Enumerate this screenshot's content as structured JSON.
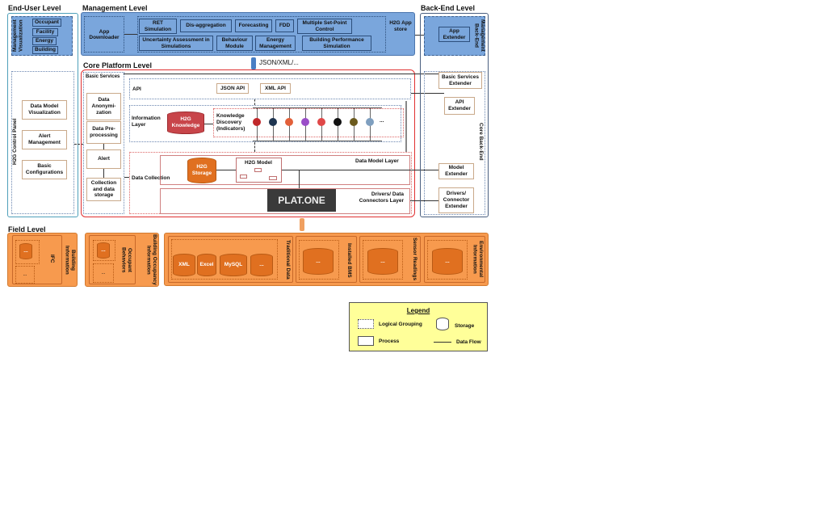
{
  "end_user": {
    "title": "End-User Level",
    "mgmt_vis": "Management Visualization",
    "vis_items": [
      "Occupant",
      "Facility",
      "Energy",
      "Building"
    ],
    "control_panel": "H2G Control Panel",
    "panel_items": [
      "Data Model Visualization",
      "Alert Management",
      "Basic Configurations"
    ]
  },
  "management": {
    "title": "Management Level",
    "downloader": "App Downloader",
    "apps_row1": [
      "RET Simulation",
      "Dis-aggregation",
      "Forecasting",
      "FDD",
      "Multiple Set-Point Control"
    ],
    "apps_row2": [
      "Uncertainty Assessment in Simulations",
      "Behaviour Module",
      "Energy Management",
      "Building Performance Simulation"
    ],
    "app_store": "H2G App store"
  },
  "exchange": "JSON/XML/...",
  "core": {
    "title": "Core Platform Level",
    "basic_services": "Basic Services",
    "services": [
      "Data Anonymi-zation",
      "Data Pre-processing",
      "Alert",
      "Collection and data storage"
    ],
    "api": "API",
    "json_api": "JSON API",
    "xml_api": "XML API",
    "info_layer": "Information Layer",
    "knowledge": "H2G Knowledge",
    "discovery": "Knowledge Discovery (Indicators)",
    "indicator_more": "...",
    "data_collection": "Data Collection",
    "storage": "H2G Storage",
    "model": "H2G Model",
    "model_layer": "Data Model Layer",
    "drivers_layer": "Drivers/ Data Connectors Layer",
    "platone": "PLAT.ONE"
  },
  "indicator_colors": [
    "#c0282a",
    "#1e3550",
    "#e2603a",
    "#9a4ec8",
    "#e04848",
    "#111111",
    "#6b5a1e",
    "#7f9fbf"
  ],
  "backend": {
    "title": "Back-End Level",
    "mgmt_backend": "Management Back-End",
    "app_ext": "App Extender",
    "core_backend": "Core Back-End",
    "extenders": [
      "Basic Services Extender",
      "API Extender",
      "Model Extender",
      "Drivers/ Connector Extender"
    ]
  },
  "field": {
    "title": "Field Level",
    "building_info": "Building Information",
    "ifc": "IFC",
    "occupancy": "Building Occupancy Information",
    "occupant_beh": "Occupant Behaviors",
    "traditional": "Traditional Data",
    "trad_items": [
      "XML",
      "Excel",
      "MySQL",
      "..."
    ],
    "bms": "Installed BMS",
    "sensors": "Sensor Readings",
    "env": "Environmental Information",
    "more": "..."
  },
  "legend": {
    "title": "Legend",
    "logical": "Logical Grouping",
    "storage": "Storage",
    "process": "Process",
    "flow": "Data Flow"
  }
}
